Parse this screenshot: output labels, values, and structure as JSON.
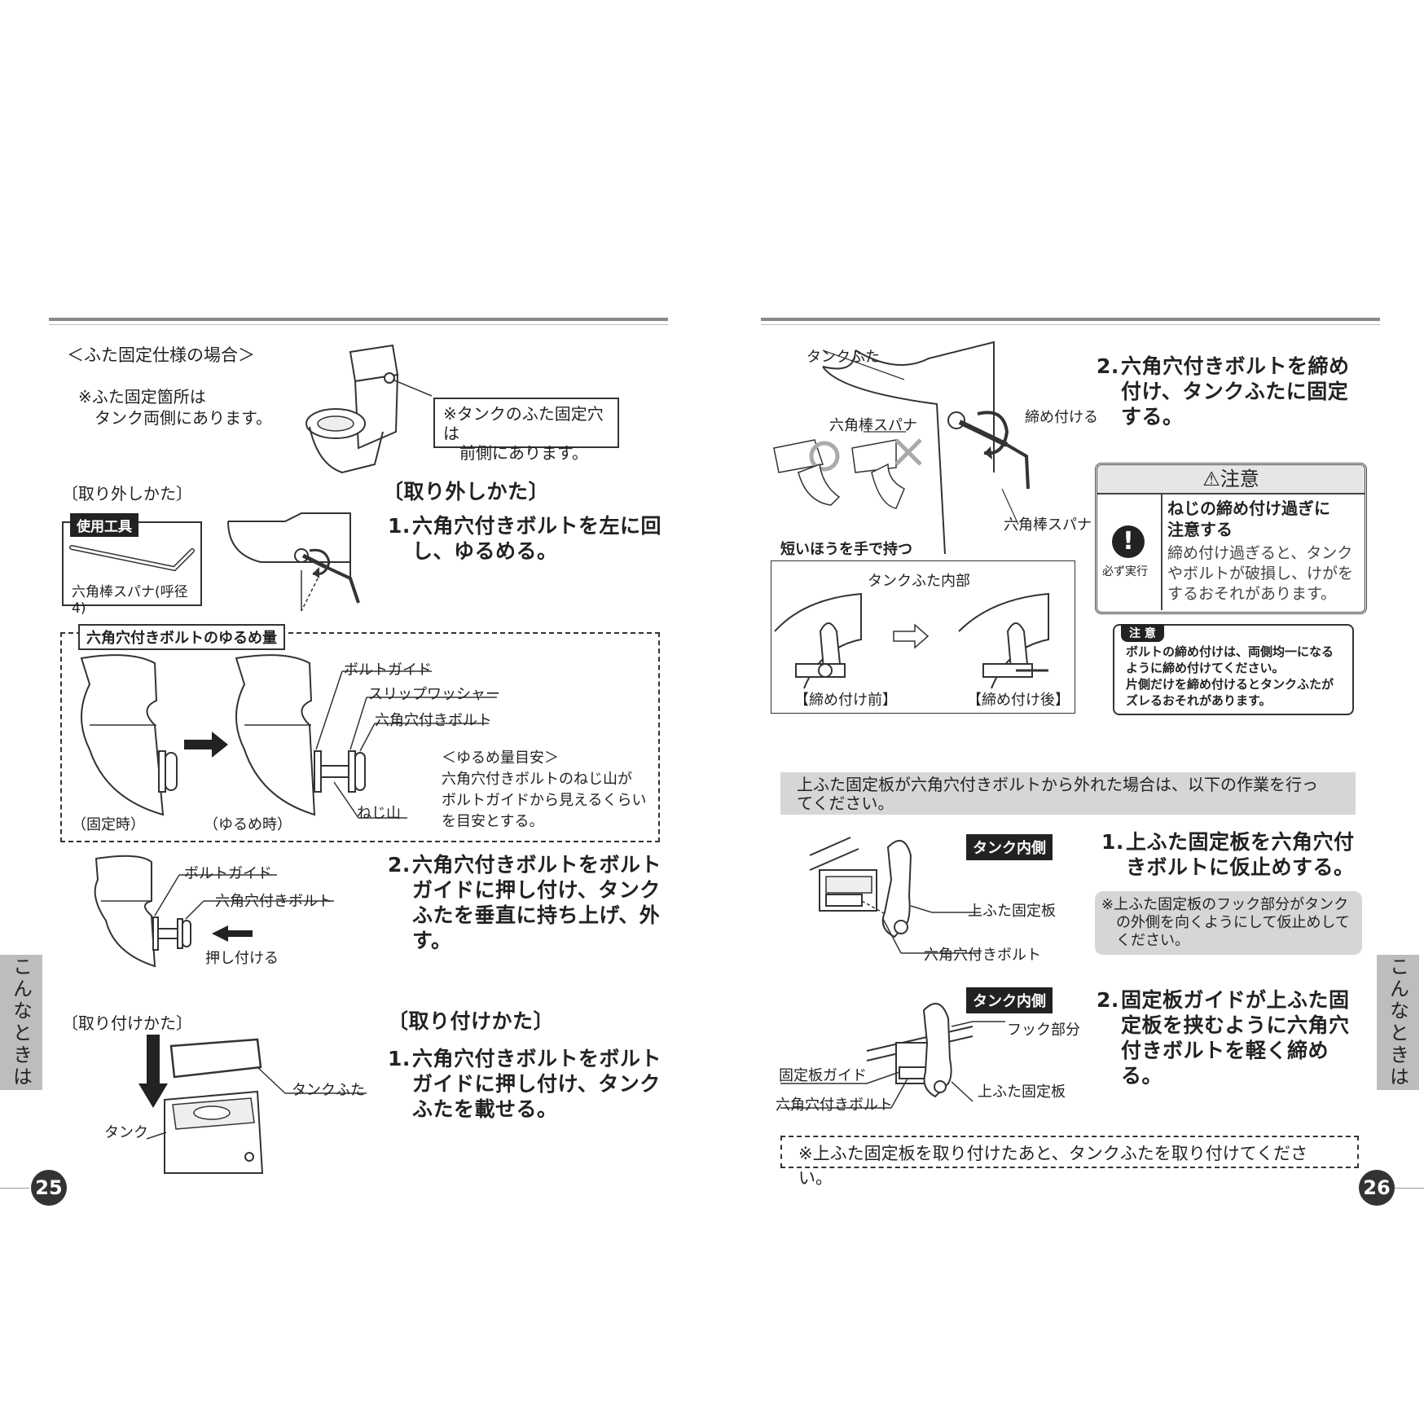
{
  "left": {
    "section_title": "＜ふた固定仕様の場合＞",
    "note_fix_location": [
      "※ふた固定箇所は",
      "タンク両側にあります。"
    ],
    "note_front_hole": [
      "※タンクのふた固定穴は",
      "前側にあります。"
    ],
    "removal_small_heading": "〔取り外しかた〕",
    "tools_label": "使用工具",
    "tool_name": "六角棒スパナ(呼径4)",
    "removal_heading": "〔取り外しかた〕",
    "removal_step1_num": "1.",
    "removal_step1": [
      "六角穴付きボルトを左に回",
      "し、ゆるめる。"
    ],
    "loosen_amount_label": "六角穴付きボルトのゆるめ量",
    "labels": {
      "bolt_guide": "ボルトガイド",
      "slip_washer": "スリップワッシャー",
      "hex_bolt": "六角穴付きボルト",
      "thread": "ねじ山",
      "fixed": "（固定時）",
      "loosened": "（ゆるめ時）"
    },
    "guide_title": "＜ゆるめ量目安＞",
    "guide_text": [
      "六角穴付きボルトのねじ山が",
      "ボルトガイドから見えるくらい",
      "を目安とする。"
    ],
    "removal_step2_num": "2.",
    "removal_step2": [
      "六角穴付きボルトをボルト",
      "ガイドに押し付け、タンク",
      "ふたを垂直に持ち上げ、外",
      "す。"
    ],
    "step2_labels": {
      "bolt_guide": "ボルトガイド",
      "hex_bolt": "六角穴付きボルト",
      "push": "押し付ける"
    },
    "install_small_heading": "〔取り付けかた〕",
    "install_heading": "〔取り付けかた〕",
    "install_step1_num": "1.",
    "install_step1": [
      "六角穴付きボルトをボルト",
      "ガイドに押し付け、タンク",
      "ふたを載せる。"
    ],
    "install_labels": {
      "tank_lid": "タンクふた",
      "tank": "タンク"
    },
    "side_tab": "こんなときは",
    "page_number": "25"
  },
  "right": {
    "labels_top": {
      "tank_lid": "タンクふた",
      "hex_wrench": "六角棒スパナ",
      "tighten": "締め付ける",
      "hex_wrench2": "六角棒スパナ",
      "hold_short": "短いほうを手で持つ",
      "inside_lid": "タンクふた内部",
      "before": "【締め付け前】",
      "after": "【締め付け後】"
    },
    "step2_num": "2.",
    "step2": [
      "六角穴付きボルトを締め",
      "付け、タンクふたに固定",
      "する。"
    ],
    "caution": {
      "title": "注意",
      "heading": [
        "ねじの締め付け過ぎに",
        "注意する"
      ],
      "icon_label": "必ず実行",
      "text": [
        "締め付け過ぎると、タンク",
        "やボルトが破損し、けがを",
        "するおそれがあります。"
      ]
    },
    "note": {
      "label": "注 意",
      "text": [
        "ボルトの締め付けは、両側均一になる",
        "ように締め付けてください。",
        "片側だけを締め付けるとタンクふたが",
        "ズレるおそれがあります。"
      ]
    },
    "band_text": [
      "上ふた固定板が六角穴付きボルトから外れた場合は、以下の作業を行っ",
      "てください。"
    ],
    "inside_tank": "タンク内側",
    "fix_labels": {
      "upper_plate": "上ふた固定板",
      "hex_bolt": "六角穴付きボルト"
    },
    "fix_step1_num": "1.",
    "fix_step1": [
      "上ふた固定板を六角穴付",
      "きボルトに仮止めする。"
    ],
    "fix_note": [
      "※上ふた固定板のフック部分がタンク",
      "の外側を向くようにして仮止めして",
      "ください。"
    ],
    "inside_tank2": "タンク内側",
    "fix2_labels": {
      "hook": "フック部分",
      "plate_guide": "固定板ガイド",
      "hex_bolt": "六角穴付きボルト",
      "upper_plate": "上ふた固定板"
    },
    "fix_step2_num": "2.",
    "fix_step2": [
      "固定板ガイドが上ふた固",
      "定板を挟むように六角穴",
      "付きボルトを軽く締める。"
    ],
    "footer_note": "※上ふた固定板を取り付けたあと、タンクふたを取り付けてください。",
    "side_tab": "こんなときは",
    "page_number": "26"
  }
}
